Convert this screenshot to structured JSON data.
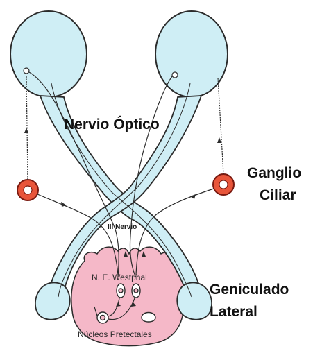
{
  "labels": {
    "optic_nerve": "Nervio Óptico",
    "ciliary_ganglion_line1": "Ganglio",
    "ciliary_ganglion_line2": "Ciliar",
    "third_nerve": "III Nervio",
    "edinger_westphal": "N. E. Westphal",
    "lateral_geniculate_line1": "Geniculado",
    "lateral_geniculate_line2": "Lateral",
    "pretectal_nuclei": "Núcleos Pretectales"
  },
  "colors": {
    "optic_pathway_fill": "#cfeef5",
    "outline": "#2b2b2b",
    "brainstem_fill": "#f5b8c8",
    "ganglion_fill": "#e8553a",
    "text": "#111111"
  }
}
